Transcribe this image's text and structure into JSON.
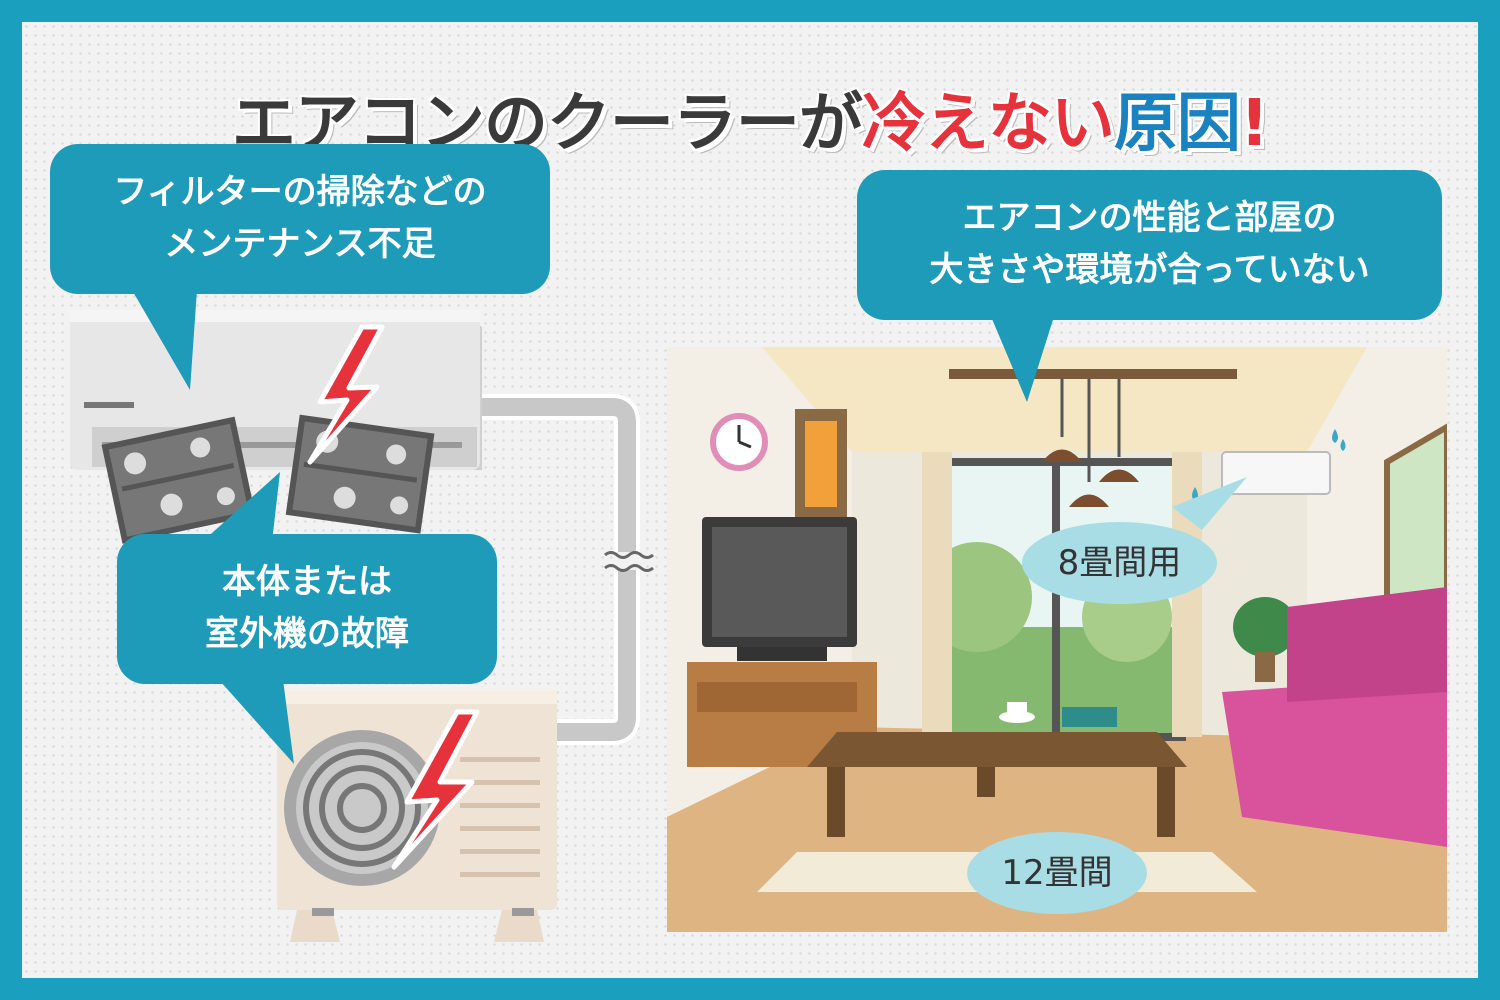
{
  "title": {
    "part1": "エアコンのクーラーが",
    "part2": "冷えない",
    "part3": "原因",
    "part4": "!"
  },
  "bubbles": {
    "maintenance": [
      "フィルターの掃除などの",
      "メンテナンス不足"
    ],
    "breakdown": [
      "本体または",
      "室外機の故障"
    ],
    "mismatch": [
      "エアコンの性能と部屋の",
      "大きさや環境が合っていない"
    ]
  },
  "room_labels": {
    "ac_rating": "8畳間用",
    "room_size": "12畳間"
  },
  "colors": {
    "frame": "#1a9fbf",
    "bubble": "#1e9bb8",
    "oval": "#a9dde6",
    "accent_red": "#e5323b",
    "accent_blue": "#1a82bf"
  }
}
